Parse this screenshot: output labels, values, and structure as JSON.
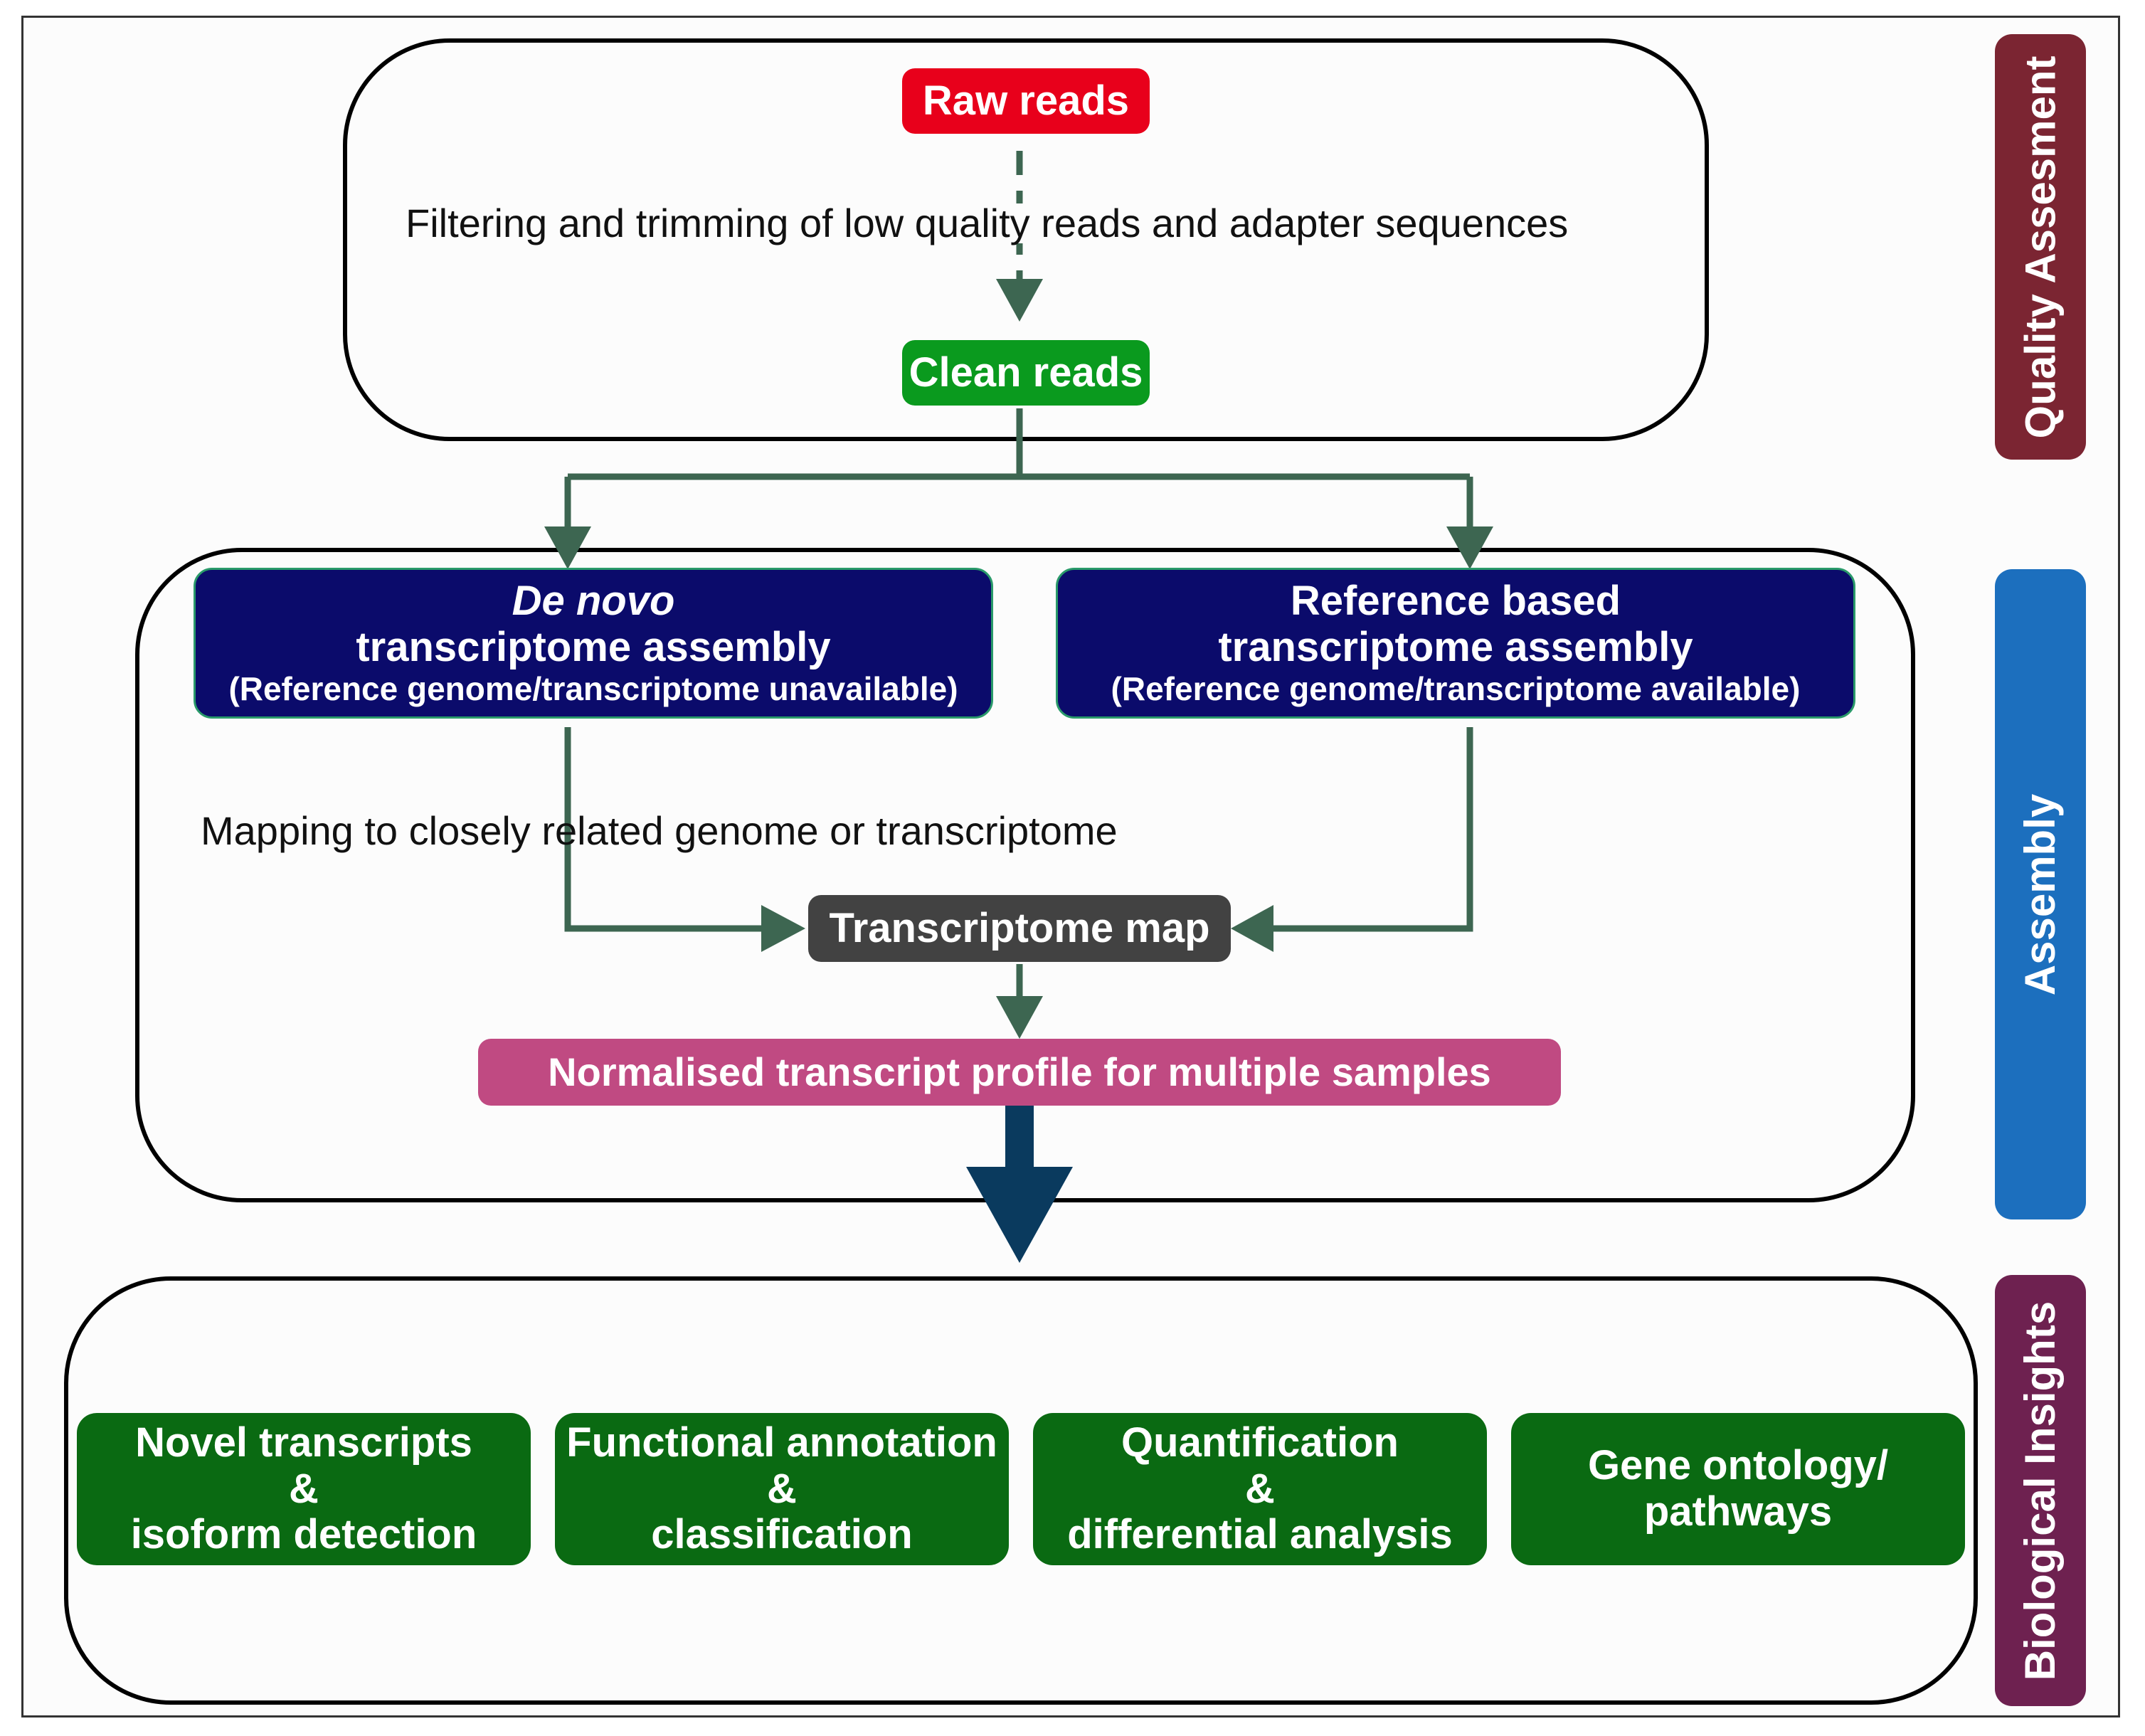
{
  "colors": {
    "raw": "#e8001b",
    "clean": "#0a9a1e",
    "assembly_box": "#0b0b6b",
    "map": "#424242",
    "profile": "#c04a82",
    "insight_box": "#0a6a12",
    "arrow": "#3d6651",
    "big_arrow": "#0a3a5e",
    "side_quality": "#7b2532",
    "side_assembly": "#1c6fbe",
    "side_bio": "#6e2150"
  },
  "quality": {
    "raw_reads": "Raw reads",
    "filter_label": "Filtering and trimming of low quality reads and adapter sequences",
    "clean_reads": "Clean reads"
  },
  "assembly": {
    "denovo": {
      "title_italic": "De novo",
      "title": "transcriptome assembly",
      "subtitle": "(Reference genome/transcriptome unavailable)"
    },
    "reference": {
      "title_line1": "Reference based",
      "title": "transcriptome assembly",
      "subtitle": "(Reference genome/transcriptome available)"
    },
    "mapping_label": "Mapping to closely related genome or transcriptome",
    "transcriptome_map": "Transcriptome map",
    "normalised_profile": "Normalised transcript profile for multiple samples"
  },
  "insights": [
    {
      "line1": "Novel transcripts",
      "line2": "&",
      "line3": "isoform detection"
    },
    {
      "line1": "Functional annotation",
      "line2": "&",
      "line3": "classification"
    },
    {
      "line1": "Quantification",
      "line2": "&",
      "line3": "differential analysis"
    },
    {
      "line1": "Gene ontology/",
      "line2": "pathways"
    }
  ],
  "side_labels": {
    "quality": "Quality Assesment",
    "assembly": "Assembly",
    "bio": "Biological Insights"
  }
}
